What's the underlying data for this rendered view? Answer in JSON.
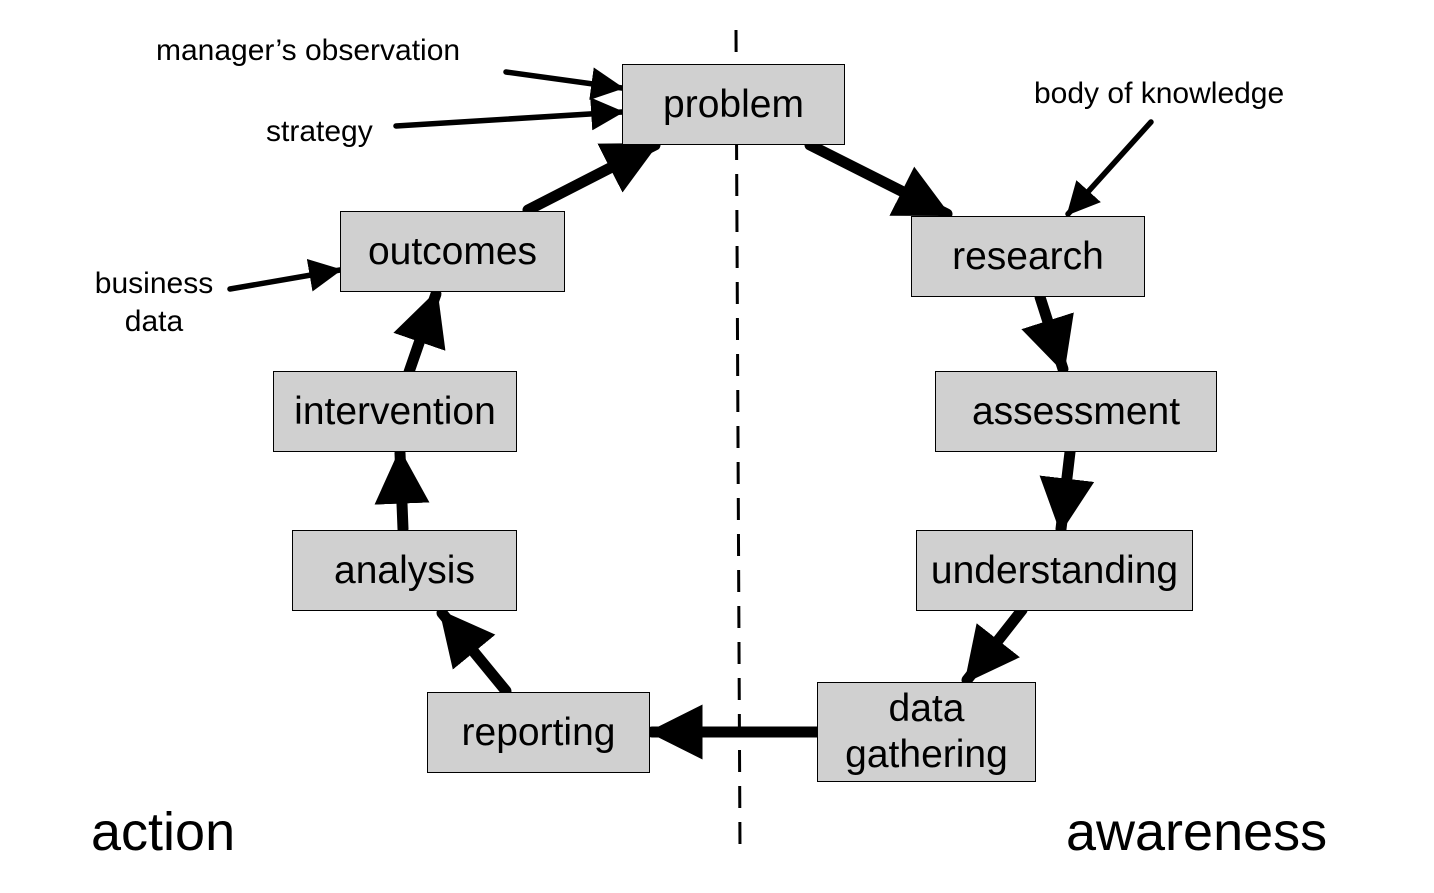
{
  "boxes": {
    "problem": "problem",
    "research": "research",
    "assessment": "assessment",
    "understanding": "understanding",
    "data_gathering": [
      "data",
      "gathering"
    ],
    "reporting": "reporting",
    "analysis": "analysis",
    "intervention": "intervention",
    "outcomes": "outcomes"
  },
  "inputs": {
    "managers_observation": "manager’s observation",
    "strategy": "strategy",
    "body_of_knowledge": "body of knowledge",
    "business_data": [
      "business",
      "data"
    ]
  },
  "sides": {
    "left": "action",
    "right": "awareness"
  }
}
